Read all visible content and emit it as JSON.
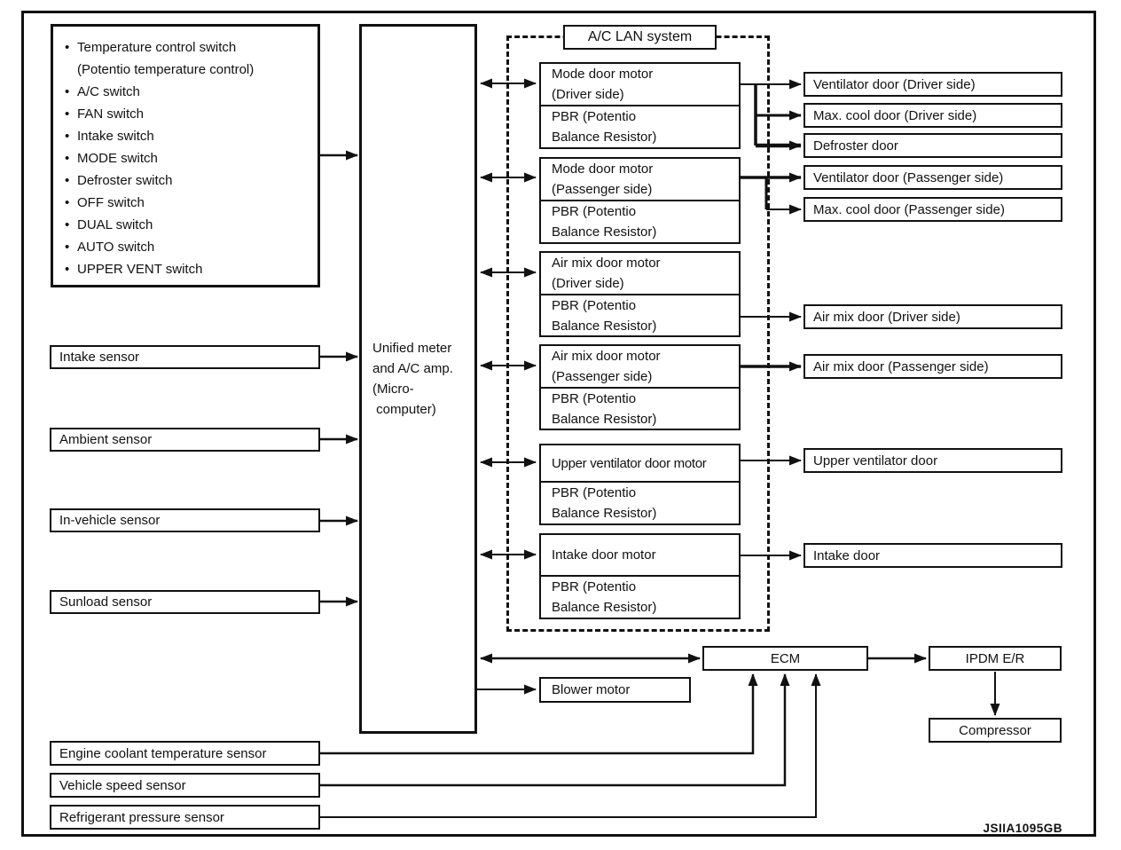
{
  "figure_code": "JSIIA1095GB",
  "colors": {
    "ink": "#111111",
    "background": "#ffffff"
  },
  "switch_panel": {
    "items": [
      {
        "label": "Temperature control switch",
        "sublabel": "(Potentio temperature control)"
      },
      {
        "label": "A/C switch"
      },
      {
        "label": "FAN switch"
      },
      {
        "label": "Intake switch"
      },
      {
        "label": "MODE switch"
      },
      {
        "label": "Defroster switch"
      },
      {
        "label": "OFF switch"
      },
      {
        "label": "DUAL switch"
      },
      {
        "label": "AUTO switch"
      },
      {
        "label": "UPPER VENT switch"
      }
    ]
  },
  "amp": {
    "label": "Unified meter\nand A/C amp.\n(Micro-\n computer)"
  },
  "lan": {
    "title": "A/C LAN system"
  },
  "motors": [
    {
      "name": "Mode door motor\n(Driver side)",
      "pbr": "PBR (Potentio\nBalance Resistor)"
    },
    {
      "name": "Mode door motor\n(Passenger side)",
      "pbr": "PBR (Potentio\nBalance Resistor)"
    },
    {
      "name": "Air mix door motor\n(Driver side)",
      "pbr": "PBR (Potentio\nBalance Resistor)"
    },
    {
      "name": "Air mix door motor\n(Passenger side)",
      "pbr": "PBR (Potentio\nBalance Resistor)"
    },
    {
      "name": "Upper ventilator door motor",
      "pbr": "PBR (Potentio\nBalance Resistor)"
    },
    {
      "name": "Intake door motor",
      "pbr": "PBR (Potentio\nBalance Resistor)"
    }
  ],
  "doors": [
    "Ventilator door (Driver side)",
    "Max. cool door (Driver side)",
    "Defroster door",
    "Ventilator door (Passenger side)",
    "Max. cool door (Passenger side)",
    "Air mix door (Driver side)",
    "Air mix door (Passenger side)",
    "Upper ventilator door",
    "Intake door"
  ],
  "sensors_left": [
    "Intake sensor",
    "Ambient sensor",
    "In-vehicle sensor",
    "Sunload sensor"
  ],
  "sensors_bottom": [
    "Engine coolant temperature sensor",
    "Vehicle speed sensor",
    "Refrigerant pressure sensor"
  ],
  "ecm": {
    "label": "ECM"
  },
  "blower": {
    "label": "Blower motor"
  },
  "ipdm": {
    "label": "IPDM E/R"
  },
  "compressor": {
    "label": "Compressor"
  }
}
